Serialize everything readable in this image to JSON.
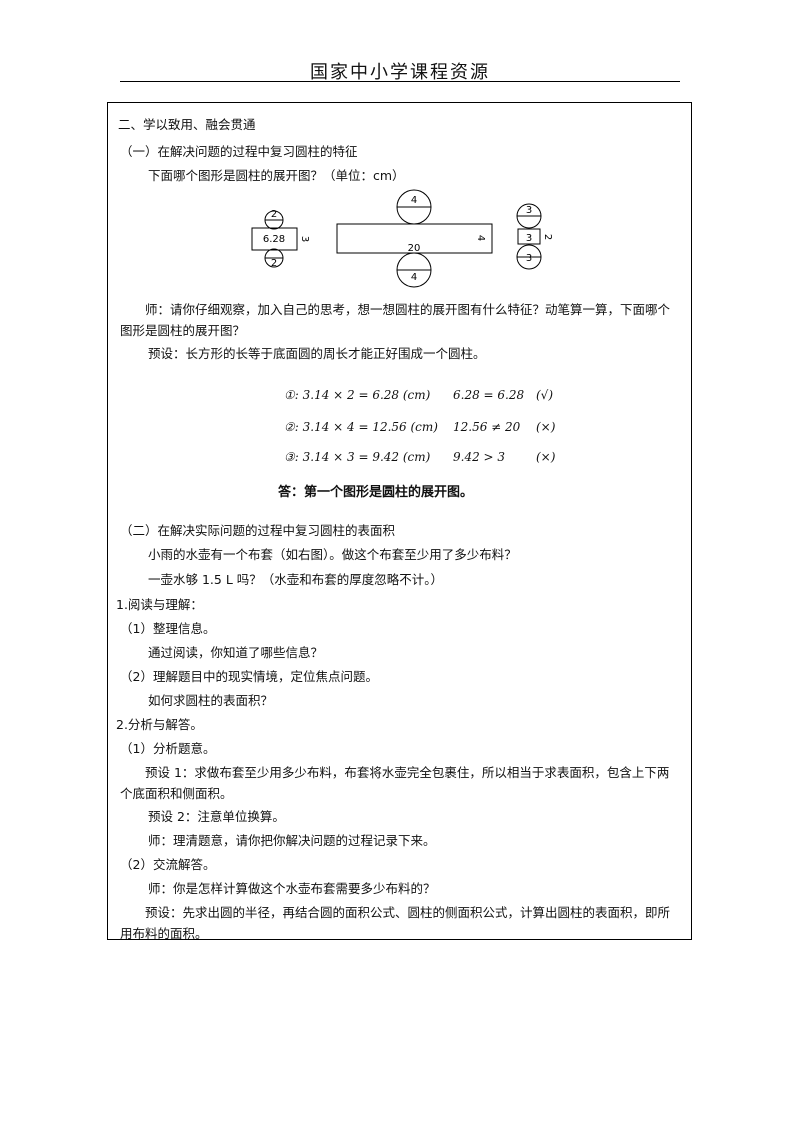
{
  "header": {
    "title": "国家中小学课程资源"
  },
  "content": {
    "section_title": "二、学以致用、融会贯通",
    "sub1": "（一）在解决问题的过程中复习圆柱的特征",
    "question": "下面哪个图形是圆柱的展开图？（单位：cm）",
    "figures": {
      "f1": {
        "circle_top": "2",
        "rect": "6.28",
        "side": "3",
        "circle_bottom": "2"
      },
      "f2": {
        "circle_top": "4",
        "length": "20",
        "side": "4",
        "circle_bottom": "4"
      },
      "f3": {
        "circle_top": "3",
        "rect": "3",
        "side": "2",
        "circle_bottom": "3"
      }
    },
    "teacher_prompt_1": "师：请你仔细观察，加入自己的思考，想一想圆柱的展开图有什么特征？动笔算一算，下面哪个图形是圆柱的展开图？",
    "preset_1": "预设：长方形的长等于底面圆的周长才能正好围成一个圆柱。",
    "handwritten": {
      "l1a": "①: 3.14 × 2 = 6.28 (cm)",
      "l1b": "6.28 = 6.28",
      "l1c": "(√)",
      "l2a": "②: 3.14 × 4 = 12.56 (cm)",
      "l2b": "12.56 ≠ 20",
      "l2c": "(×)",
      "l3a": "③: 3.14 × 3 = 9.42 (cm)",
      "l3b": "9.42 > 3",
      "l3c": "(×)",
      "answer": "答：第一个图形是圆柱的展开图。"
    },
    "sub2": "（二）在解决实际问题的过程中复习圆柱的表面积",
    "problem_1": "小雨的水壶有一个布套（如右图）。做这个布套至少用了多少布料？",
    "problem_2": "一壶水够 1.5 L 吗？（水壶和布套的厚度忽略不计。）",
    "s1": "1.阅读与理解：",
    "s1_1": "（1）整理信息。",
    "s1_1_text": "通过阅读，你知道了哪些信息？",
    "s1_2": "（2）理解题目中的现实情境，定位焦点问题。",
    "s1_2_text": "如何求圆柱的表面积？",
    "s2": "2.分析与解答。",
    "s2_1": "（1）分析题意。",
    "s2_1_p1": "预设 1：求做布套至少用多少布料，布套将水壶完全包裹住，所以相当于求表面积，包含上下两个底面积和侧面积。",
    "s2_1_p2": "预设 2：注意单位换算。",
    "s2_1_t": "师：理清题意，请你把你解决问题的过程记录下来。",
    "s2_2": "（2）交流解答。",
    "s2_2_t": "师：你是怎样计算做这个水壶布套需要多少布料的？",
    "s2_2_p": "预设：先求出圆的半径，再结合圆的面积公式、圆柱的侧面积公式，计算出圆柱的表面积，即所用布料的面积。"
  }
}
